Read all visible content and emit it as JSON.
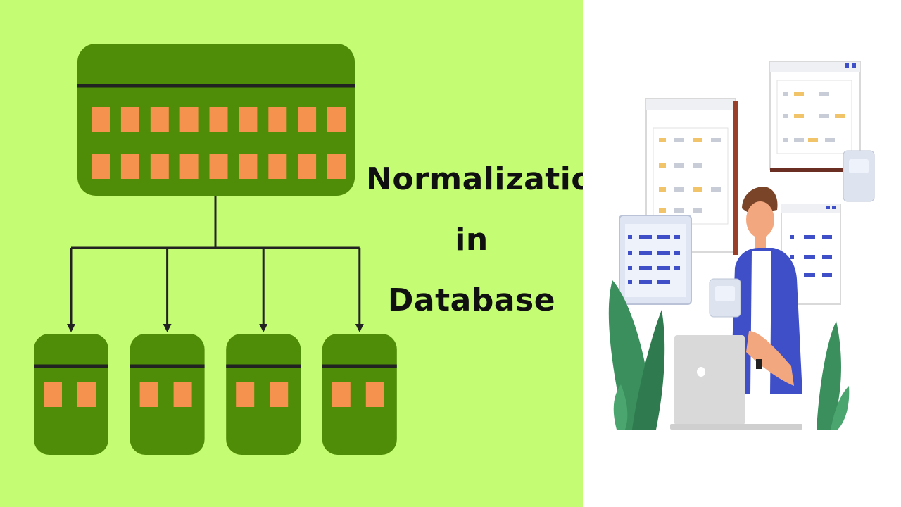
{
  "title_lines": [
    "Normalization",
    "in",
    "Database"
  ],
  "colors": {
    "background_left": "#c4fc73",
    "table_fill": "#4f8c07",
    "cell_fill": "#f5924d",
    "line": "#222222",
    "text": "#101010",
    "shirt_blue": "#3f4fc8",
    "leaf_green": "#3a8f5c"
  },
  "diagram": {
    "parent_table": {
      "rows": 2,
      "columns": 9
    },
    "child_tables": [
      {
        "columns": 2
      },
      {
        "columns": 2
      },
      {
        "columns": 2
      },
      {
        "columns": 2
      }
    ]
  },
  "illustration": {
    "subject": "person-at-laptop",
    "windows": 5
  }
}
